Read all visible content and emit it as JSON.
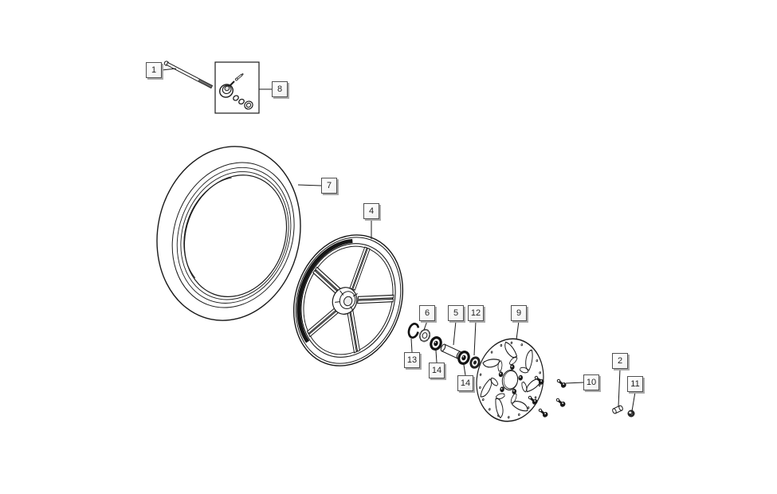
{
  "diagram": {
    "type": "exploded-parts-diagram",
    "callouts": [
      {
        "label": "1"
      },
      {
        "label": "8"
      },
      {
        "label": "7"
      },
      {
        "label": "4"
      },
      {
        "label": "6"
      },
      {
        "label": "5"
      },
      {
        "label": "12"
      },
      {
        "label": "9"
      },
      {
        "label": "13"
      },
      {
        "label": "14"
      },
      {
        "label": "14"
      },
      {
        "label": "10"
      },
      {
        "label": "2"
      },
      {
        "label": "11"
      }
    ],
    "colors": {
      "background": "#ffffff",
      "line_art": "#1a1a1a",
      "callout_face": "#f2f2f2",
      "callout_border": "#4f4f4f",
      "callout_shadow": "#a8a8a8",
      "callout_text": "#1f1f1f"
    }
  }
}
